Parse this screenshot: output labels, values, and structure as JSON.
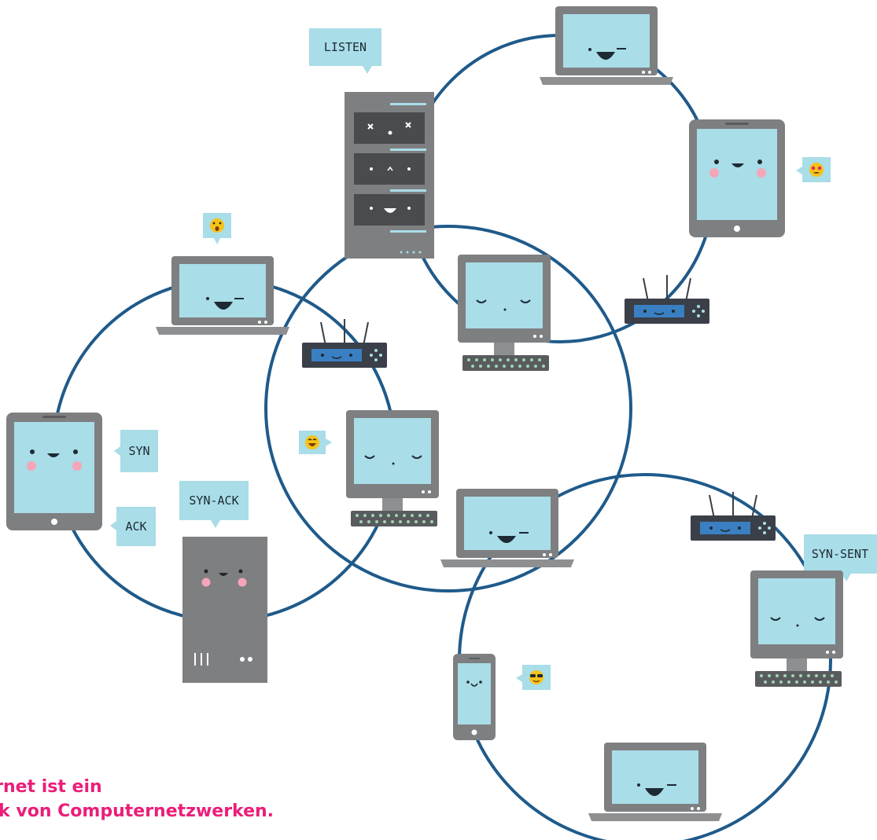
{
  "labels": {
    "listen": "LISTEN",
    "syn": "SYN",
    "syn_ack": "SYN-ACK",
    "ack": "ACK",
    "syn_sent": "SYN-SENT"
  },
  "caption": {
    "line1": "nternet ist ein",
    "line2": "werk von Computernetzwerken."
  },
  "colors": {
    "link": "#1f5a8a",
    "screen": "#a9dde8",
    "device": "#7e7f81",
    "device_dark": "#5a5b5e",
    "router": "#3a3f48",
    "router_panel": "#3a7fc2",
    "cheek": "#f5a5b8",
    "bubble": "#a9dde8",
    "emoji": "#f6c21b",
    "caption": "#ea1e79"
  },
  "emojis": [
    "surprised-emoji",
    "heart-eyes-emoji",
    "laughing-emoji",
    "sunglasses-emoji"
  ]
}
